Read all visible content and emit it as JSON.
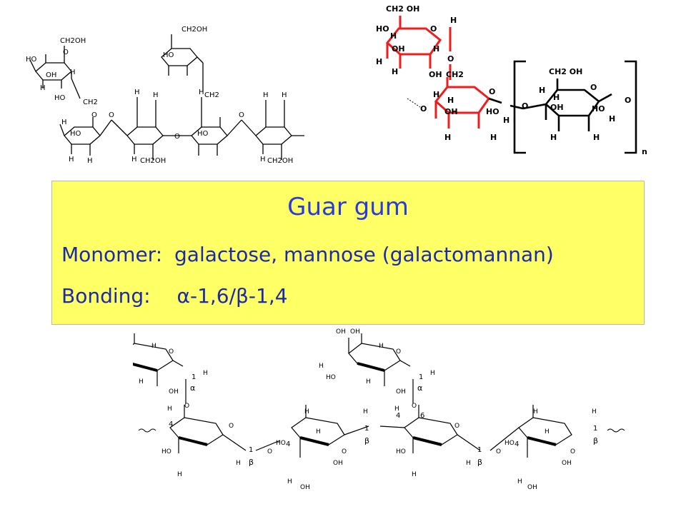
{
  "info": {
    "title": "Guar gum",
    "monomer_label": "Monomer:",
    "monomer_value": "galactose, mannose (galactomannan)",
    "bonding_label": "Bonding:",
    "bonding_alpha": "α",
    "bonding_mid": "-1,6/",
    "bonding_beta": "β",
    "bonding_end": "-1,4"
  },
  "structures": {
    "haworth_chain": {
      "side_groups": [
        "CH2OH",
        "CH2OH"
      ],
      "main_groups": [
        "CH2",
        "CH2",
        "CH2OH",
        "CH2OH"
      ],
      "ring_oxygen": "O",
      "hydrogen": "H",
      "hydroxyl": "OH",
      "hydroxyl_left": "HO"
    },
    "repeat_unit": {
      "color_highlight": "#ee1c1c",
      "side_group": "CH2 OH",
      "side_link": "CH2",
      "unit_group": "CH2 OH",
      "repeat_subscript": "n",
      "ring_oxygen": "O",
      "hydrogen": "H",
      "hydroxyl": "OH",
      "hydroxyl_left": "HO"
    },
    "chair_chain": {
      "hydroxyl": "OH",
      "hydroxyl_left": "HO",
      "hydrogen": "H",
      "ring_oxygen": "O",
      "positions": [
        "1",
        "4",
        "6"
      ],
      "alpha": "α",
      "beta": "β"
    }
  }
}
